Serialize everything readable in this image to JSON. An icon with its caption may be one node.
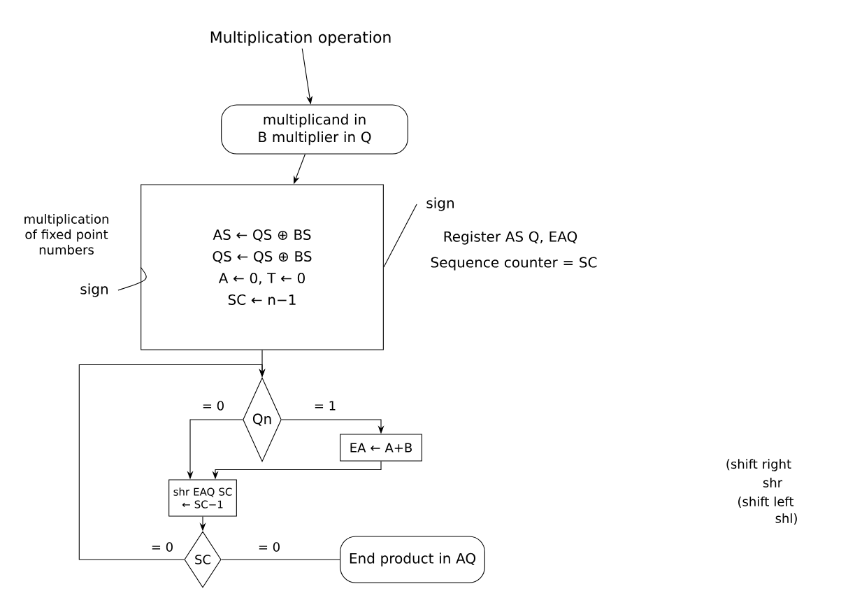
{
  "diagram": {
    "nodes": [
      {
        "text": [
          "Multiplication operation"
        ]
      },
      {
        "text": [
          "multiplicand in B multiplier in Q"
        ]
      },
      {
        "text": [
          "AS ← QS ⊕ BS",
          "QS ← QS ⊕ BS",
          "A ← 0, T ← 0",
          "SC ← n−1"
        ]
      },
      {
        "text": [
          "sign"
        ]
      },
      {
        "text": [
          "sign"
        ]
      },
      {
        "text": [
          "Qn"
        ]
      },
      {
        "text": [
          "EA ← A+B"
        ]
      },
      {
        "text": [
          "shr EAQ SC ← SC−1"
        ]
      },
      {
        "text": [
          "SC"
        ]
      },
      {
        "text": [
          "End product in AQ"
        ]
      }
    ],
    "edges": [
      {
        "from": 0,
        "to": 1,
        "arrow": "to"
      },
      {
        "from": 1,
        "to": 2,
        "arrow": "to"
      },
      {
        "from": 3,
        "to": 2,
        "arrow": "none"
      },
      {
        "from": 2,
        "to": 4,
        "arrow": "none"
      },
      {
        "from": 2,
        "to": 5,
        "arrow": "to"
      },
      {
        "from": 5,
        "to": 7,
        "arrow": "to",
        "label": "= 0"
      },
      {
        "from": 5,
        "to": 6,
        "arrow": "to",
        "label": "= 1"
      },
      {
        "from": 6,
        "to": 7,
        "arrow": "to"
      },
      {
        "from": 7,
        "to": 8,
        "arrow": "to"
      },
      {
        "from": 8,
        "to": 5,
        "arrow": "to",
        "label": "= 0"
      },
      {
        "from": 8,
        "to": 9,
        "arrow": "none",
        "label": "= 0"
      }
    ],
    "labels": [
      "multiplication of fixed point numbers",
      "Register AS Q, EAQ",
      "Sequence counter = SC",
      "(shift right",
      "shr",
      "(shift left",
      "shl)"
    ]
  }
}
